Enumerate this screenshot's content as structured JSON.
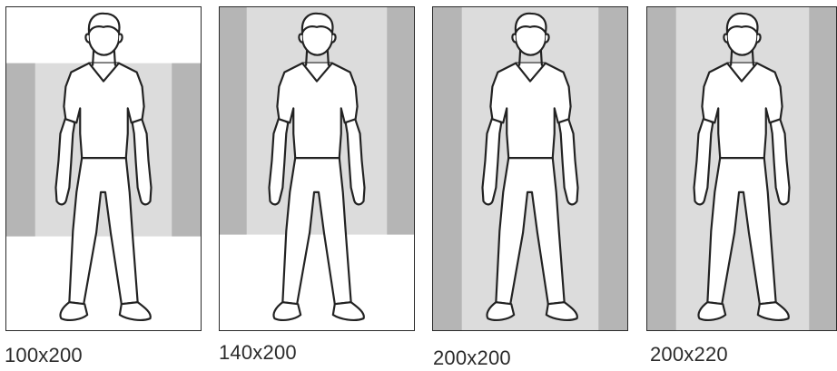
{
  "colors": {
    "outer_bg": "#ffffff",
    "crop_fill": "#dcdcdc",
    "side_bar": "#b5b5b5",
    "outline": "#222222"
  },
  "panels": [
    {
      "label": "100x200"
    },
    {
      "label": "140x200"
    },
    {
      "label": "200x200"
    },
    {
      "label": "200x220"
    }
  ]
}
